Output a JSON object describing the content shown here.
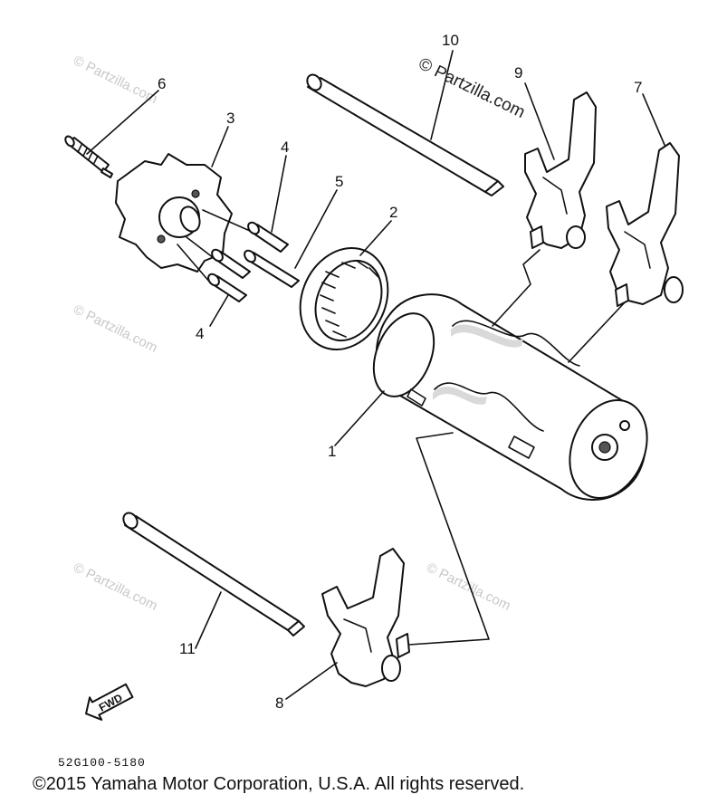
{
  "watermark": {
    "credit": "© Partzilla.com",
    "tile": "© Partzilla.com"
  },
  "callouts": {
    "c1": "1",
    "c2": "2",
    "c3": "3",
    "c4a": "4",
    "c4b": "4",
    "c5": "5",
    "c6": "6",
    "c7": "7",
    "c8": "8",
    "c9": "9",
    "c10": "10",
    "c11": "11"
  },
  "direction_arrow": {
    "label": "FWD"
  },
  "footer": {
    "diagram_code": "52G100-5180",
    "copyright": "©2015  Yamaha Motor Corporation, U.S.A. All rights reserved."
  }
}
